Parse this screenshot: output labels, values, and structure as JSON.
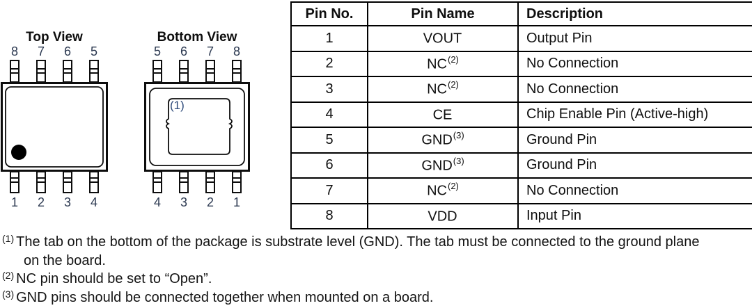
{
  "diagram": {
    "top_view": {
      "title": "Top View",
      "top_pin_numbers": [
        "8",
        "7",
        "6",
        "5"
      ],
      "bottom_pin_numbers": [
        "1",
        "2",
        "3",
        "4"
      ]
    },
    "bottom_view": {
      "title": "Bottom View",
      "top_pin_numbers": [
        "5",
        "6",
        "7",
        "8"
      ],
      "bottom_pin_numbers": [
        "4",
        "3",
        "2",
        "1"
      ],
      "pad_label": "(1)"
    }
  },
  "table": {
    "headers": [
      "Pin No.",
      "Pin Name",
      "Description"
    ],
    "rows": [
      {
        "no": "1",
        "name": "VOUT",
        "name_sup": "",
        "desc": "Output Pin"
      },
      {
        "no": "2",
        "name": "NC",
        "name_sup": "(2)",
        "desc": "No Connection"
      },
      {
        "no": "3",
        "name": "NC",
        "name_sup": "(2)",
        "desc": "No Connection"
      },
      {
        "no": "4",
        "name": "CE",
        "name_sup": "",
        "desc": "Chip Enable Pin (Active-high)"
      },
      {
        "no": "5",
        "name": "GND",
        "name_sup": "(3)",
        "desc": "Ground Pin"
      },
      {
        "no": "6",
        "name": "GND",
        "name_sup": "(3)",
        "desc": "Ground Pin"
      },
      {
        "no": "7",
        "name": "NC",
        "name_sup": "(2)",
        "desc": "No Connection"
      },
      {
        "no": "8",
        "name": "VDD",
        "name_sup": "",
        "desc": "Input Pin"
      }
    ]
  },
  "footnotes": [
    {
      "marker": "(1)",
      "text": "The tab on the bottom of the package is substrate level (GND). The tab must be connected to the ground plane on the board."
    },
    {
      "marker": "(2)",
      "text": "NC pin should be set to “Open”."
    },
    {
      "marker": "(3)",
      "text": "GND pins should be connected together when mounted on a board."
    }
  ],
  "colors": {
    "line": "#0d0d0d",
    "text": "#141414",
    "diagram_number": "#2b3850",
    "pad_label": "#2d4a7a"
  }
}
